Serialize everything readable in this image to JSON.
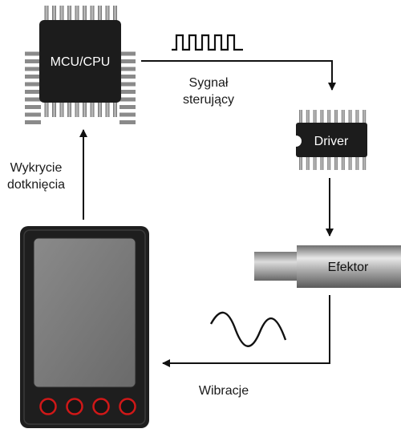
{
  "mcu": {
    "label": "MCU/CPU"
  },
  "driver": {
    "label": "Driver"
  },
  "effector": {
    "label": "Efektor"
  },
  "signal": {
    "line1": "Sygnał",
    "line2": "sterujący"
  },
  "touch": {
    "line1": "Wykrycie",
    "line2": "dotknięcia"
  },
  "vibration": {
    "label": "Wibracje"
  },
  "device": {
    "buttons": 4
  },
  "colors": {
    "chip": "#1c1c1c",
    "pin": "#8a8a8a",
    "device_body": "#1e1e1e",
    "screen": "#7d7d7d",
    "button_ring": "#d01818",
    "effector_body": "#9a9a9a",
    "arrow": "#111111"
  },
  "icons": [
    "square-wave-icon",
    "sine-wave-icon"
  ]
}
